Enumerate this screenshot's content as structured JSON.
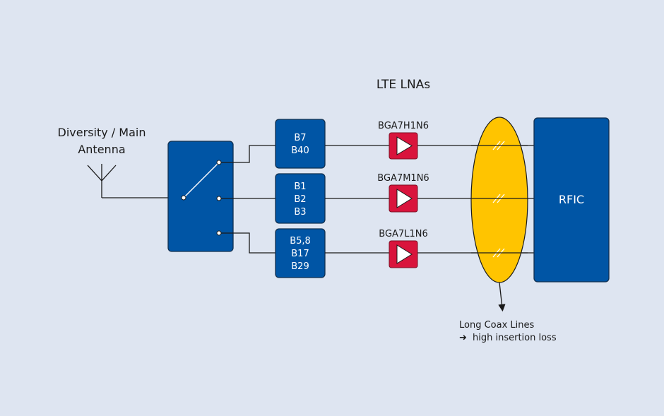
{
  "title": "LTE LNAs",
  "antenna": {
    "label_line1": "Diversity / Main",
    "label_line2": "Antenna"
  },
  "filters": [
    {
      "lines": [
        "B7",
        "B40"
      ]
    },
    {
      "lines": [
        "B1",
        "B2",
        "B3"
      ]
    },
    {
      "lines": [
        "B5,8",
        "B17",
        "B29"
      ]
    }
  ],
  "lnas": [
    {
      "part": "BGA7H1N6"
    },
    {
      "part": "BGA7M1N6"
    },
    {
      "part": "BGA7L1N6"
    }
  ],
  "rfic": {
    "label": "RFIC"
  },
  "coax_note": {
    "line1": "Long Coax Lines",
    "arrow": "➜",
    "line2": "high insertion loss"
  },
  "colors": {
    "background": "#dee5f1",
    "block_blue": "#0055a5",
    "lna_red": "#d9143c",
    "ellipse_yellow": "#ffc400"
  }
}
